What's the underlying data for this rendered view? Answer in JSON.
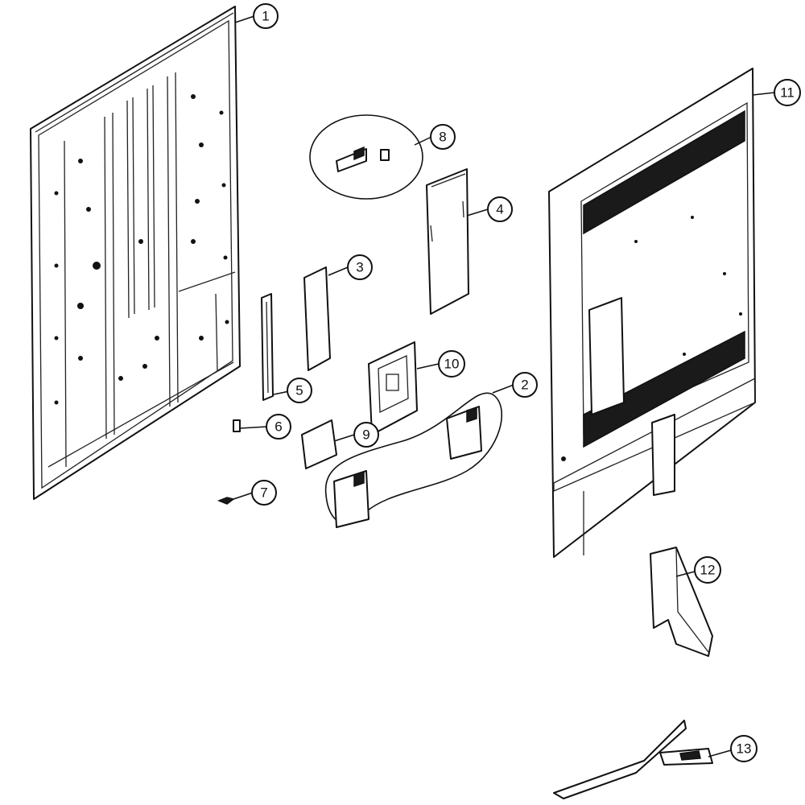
{
  "callouts": {
    "c1": "1",
    "c2": "2",
    "c3": "3",
    "c4": "4",
    "c5": "5",
    "c6": "6",
    "c7": "7",
    "c8": "8",
    "c9": "9",
    "c10": "10",
    "c11": "11",
    "c12": "12",
    "c13": "13"
  },
  "colors": {
    "line": "#111111",
    "background": "#ffffff"
  }
}
